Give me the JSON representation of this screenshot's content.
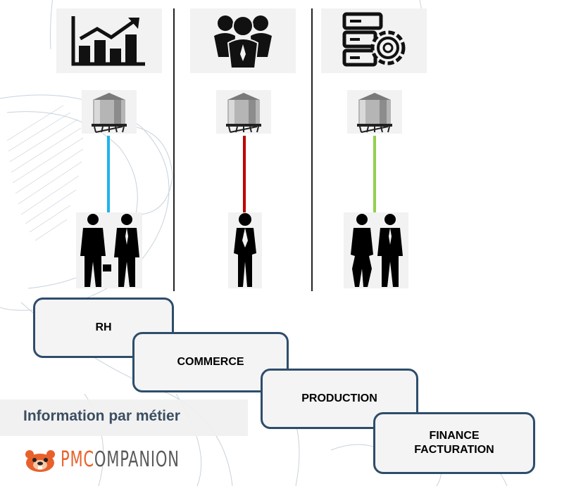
{
  "boxes": {
    "rh": "RH",
    "commerce": "COMMERCE",
    "production": "PRODUCTION",
    "finance": "FINANCE\nFACTURATION"
  },
  "caption": "Information par métier",
  "logo": {
    "pm": "PMC",
    "rest": "OMPANION"
  },
  "colors": {
    "link_blue": "#1fb3ea",
    "link_red": "#c00000",
    "link_green": "#92d050",
    "box_border": "#2e4d6b",
    "caption": "#3b4e61",
    "logo_orange": "#e8612c"
  },
  "icons": [
    "growth-chart-icon",
    "team-icon",
    "server-gear-icon",
    "silo-icon",
    "business-people-icon"
  ]
}
